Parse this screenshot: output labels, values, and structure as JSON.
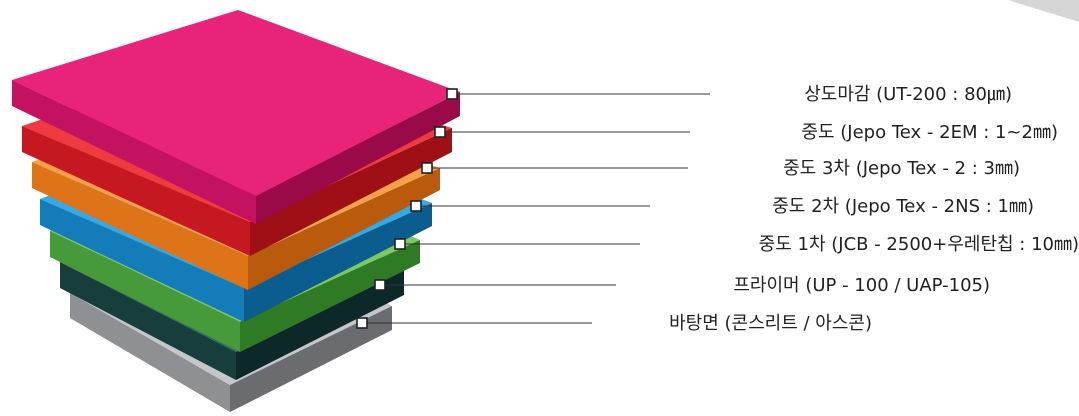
{
  "layers": [
    {
      "label": "상도마감 (UT-200 : 80㎛)",
      "color": "#e8237a"
    },
    {
      "label": "중도 (Jepo Tex - 2EM : 1~2㎜)",
      "color": "#e42129"
    },
    {
      "label": "중도 3차 (Jepo Tex - 2 : 3㎜)",
      "color": "#f08a2a"
    },
    {
      "label": "중도 2차 (Jepo Tex - 2NS : 1㎜)",
      "color": "#1a8ed0"
    },
    {
      "label": "중도 1차 (JCB - 2500+우레탄칩 : 10㎜)",
      "color": "#5bb547"
    },
    {
      "label": "프라이머 (UP - 100 / UAP-105)",
      "color": "#1f4f4f"
    },
    {
      "label": "바탕면 (콘스리트 / 아스콘)",
      "color": "#a7a9ac"
    }
  ]
}
